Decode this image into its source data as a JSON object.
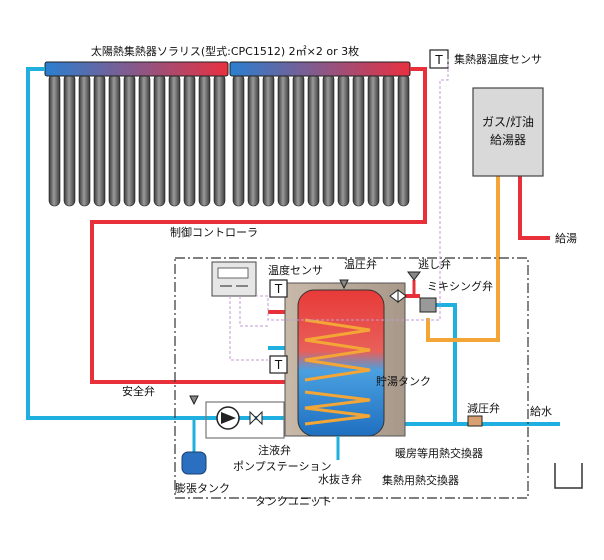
{
  "labels": {
    "collector_title": "太陽熱集熱器ソラリス(型式:CPC1512)  2㎡×2 or 3枚",
    "collector_temp_sensor": "集熱器温度センサ",
    "heater_line1": "ガス/灯油",
    "heater_line2": "給湯器",
    "hot_water_supply": "給湯",
    "controller": "制御コントローラ",
    "temp_sensor": "温度センサ",
    "pressure_relief_valve": "温圧弁",
    "relief_valve": "逃し弁",
    "mixing_valve": "ミキシング弁",
    "storage_tank": "貯湯タンク",
    "safety_valve": "安全弁",
    "reducing_valve": "減圧弁",
    "water_supply": "給水",
    "fill_valve": "注液弁",
    "space_heating_hx": "暖房等用熱交換器",
    "pump_station": "ポンプステーション",
    "drain_valve": "水抜き弁",
    "expansion_tank": "膨張タンク",
    "solar_hx": "集熱用熱交換器",
    "tank_unit": "タンクユニット",
    "t_symbol": "T"
  },
  "colors": {
    "hot_pipe": "#e8303a",
    "cold_pipe": "#1fb0e0",
    "hot_water_pipe": "#f3a535",
    "tank_shell": "#b8a89a",
    "tube": "#555555",
    "sensor_wire": "#c49bd0",
    "tank_top": "#e84038",
    "tank_bottom": "#2a8fd8"
  }
}
